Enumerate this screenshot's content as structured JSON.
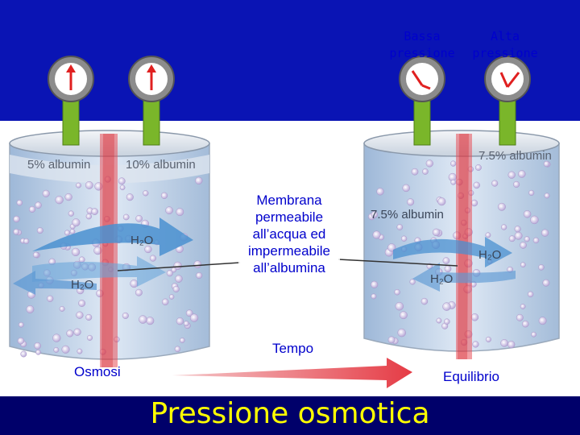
{
  "gauges": {
    "low_pressure_label": "Bassa\npressione",
    "high_pressure_label": "Alta\npressione"
  },
  "left_beaker": {
    "left_compartment": "5% albumin",
    "right_compartment": "10% albumin",
    "arrow_top_label": "H₂O",
    "arrow_bottom_label": "H₂O"
  },
  "right_beaker": {
    "top_label": "7.5% albumin",
    "inside_label": "7.5% albumin",
    "arrow_top_label": "H₂O",
    "arrow_bottom_label": "H₂O"
  },
  "membrane_label": "Membrana\npermeabile\nall’acqua ed\nimpermeabile\nall’albumina",
  "time_label": "Tempo",
  "start_label": "Osmosi",
  "end_label": "Equilibrio",
  "title": "Pressione osmotica",
  "colors": {
    "header_blue": "#0a14b4",
    "footer_navy": "#00006a",
    "text_blue": "#0000cc",
    "title_yellow": "#ffff00",
    "membrane_red": "#e8505a",
    "stem_green": "#7ab62a",
    "arrow_blue": "#4a90d0"
  }
}
